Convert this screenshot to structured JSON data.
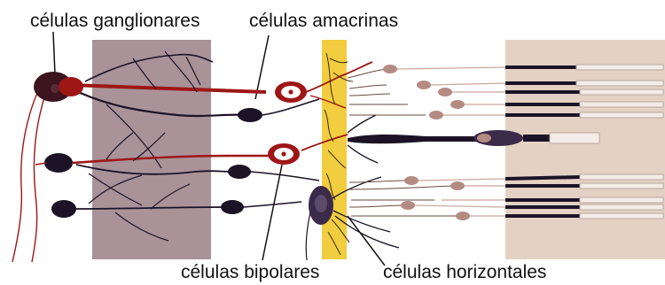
{
  "labels": {
    "ganglion": "células ganglionares",
    "amacrine": "células amacrinas",
    "bipolar": "células bipolares",
    "horizontal": "células horizontales"
  },
  "colors": {
    "background": "#ffffff",
    "ganglion_layer": "#a99298",
    "inner_nuclear_layer": "#f1cd3f",
    "photoreceptor_layer": "#e3d2c4",
    "neuron_red": "#9e1616",
    "neuron_dark": "#1c1326",
    "rod_body": "#b48b82"
  }
}
